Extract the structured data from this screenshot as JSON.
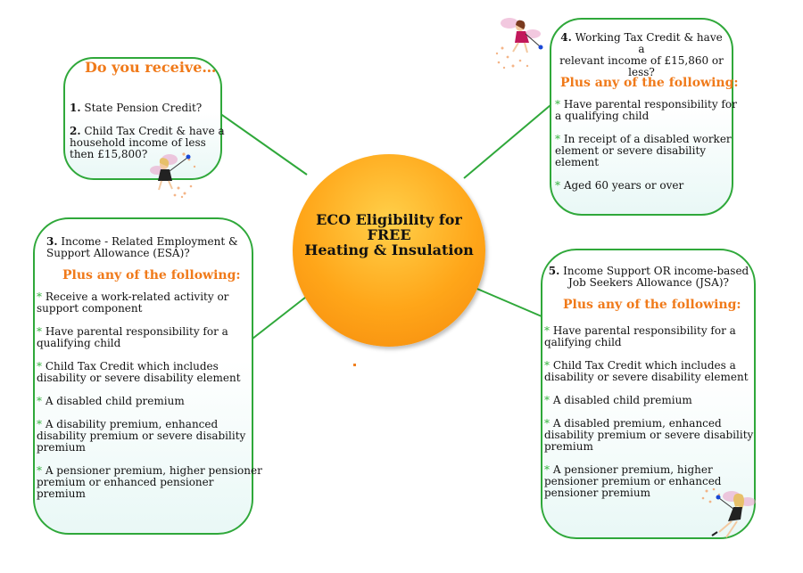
{
  "center": {
    "line1": "ECO Eligibility for",
    "line2": "FREE",
    "line3": "Heating & Insulation"
  },
  "box1": {
    "heading": "Do you receive…",
    "item1_num": "1.",
    "item1_text": "State Pension Credit?",
    "item2_num": "2.",
    "item2_line1": "Child Tax Credit & have a",
    "item2_line2": "household income of less",
    "item2_line3": "then £15,800?"
  },
  "box3": {
    "num": "3.",
    "line1": "Income - Related Employment &",
    "line2": "Support Allowance (ESA)?",
    "plus": "Plus any of the following:",
    "bullets": [
      [
        "Receive a work-related activity or",
        "support component"
      ],
      [
        "Have parental responsibility for a",
        "qualifying child"
      ],
      [
        "Child Tax Credit which includes",
        "disability or severe disability element"
      ],
      [
        "A disabled child premium"
      ],
      [
        "A disability premium, enhanced",
        "disability premium or severe disability",
        "premium"
      ],
      [
        "A pensioner premium, higher pensioner",
        "premium or enhanced pensioner",
        "premium"
      ]
    ]
  },
  "box4": {
    "num": "4.",
    "line1": "Working Tax Credit & have a",
    "line2": "relevant income of £15,860 or",
    "line3": "less?",
    "plus": "Plus any of the following:",
    "bullets": [
      [
        "Have parental responsibility for",
        "a qualifying child"
      ],
      [
        "In receipt of a disabled worker",
        "element or severe disability",
        "element"
      ],
      [
        "Aged 60 years or over"
      ]
    ]
  },
  "box5": {
    "num": "5.",
    "line1": "Income Support OR income-based",
    "line2": "Job Seekers Allowance (JSA)?",
    "plus": "Plus any of the following:",
    "bullets": [
      [
        "Have parental responsibility for a",
        "qalifying child"
      ],
      [
        "Child Tax Credit which includes a",
        "disability or severe disability element"
      ],
      [
        "A disabled child premium"
      ],
      [
        "A disabled premium, enhanced",
        "disability premium or severe disability",
        "premium"
      ],
      [
        "A pensioner premium, higher",
        "pensioner premium or enhanced",
        "pensioner premium"
      ]
    ]
  },
  "bullet_mark": "*",
  "colors": {
    "border": "#2fa83a",
    "accent": "#f07a1a",
    "bullet": "#36b33f",
    "center_fill": "#ffa619"
  }
}
